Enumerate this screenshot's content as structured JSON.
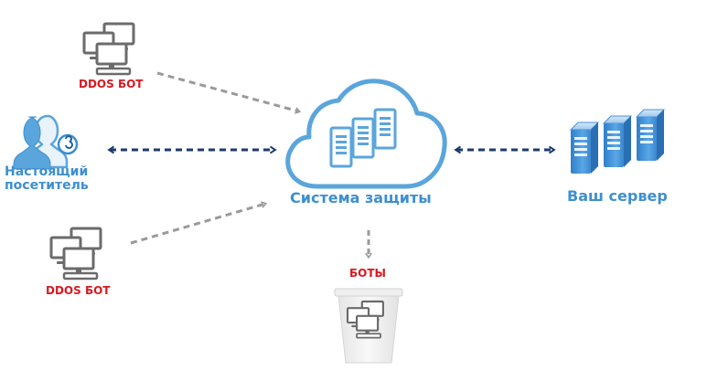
{
  "labels": {
    "ddos_bot_top": "DDOS БОТ",
    "ddos_bot_bottom": "DDOS БОТ",
    "visitor_line1": "Настоящий",
    "visitor_line2": "посетитель",
    "protection": "Система защиты",
    "server": "Ваш сервер",
    "bots": "БОТЫ"
  },
  "colors": {
    "bot_label": "#d71920",
    "blue_label": "#3d8fd0",
    "cloud_stroke": "#5aa5dc",
    "server_blue": "#4a90d9",
    "visitor_arrow": "#1e3a6e",
    "bot_arrow": "#9a9a9a",
    "device_gray": "#6b6b6b"
  },
  "icons": {
    "bot_devices": "computer-stack-icon",
    "visitor": "user-group-icon",
    "protection": "cloud-servers-icon",
    "server": "server-rack-icon",
    "trash": "trash-bin-icon"
  }
}
